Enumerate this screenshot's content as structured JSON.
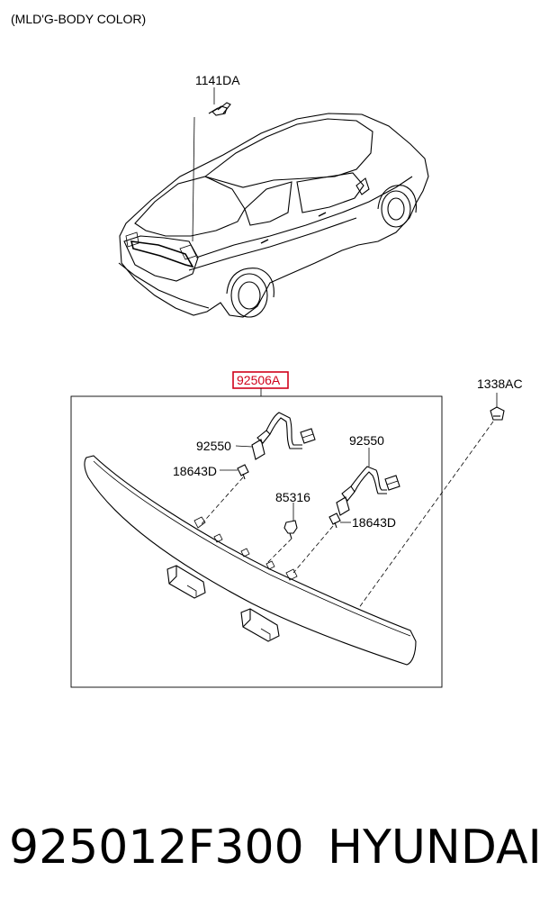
{
  "diagram": {
    "note": "(MLD'G-BODY COLOR)",
    "callouts": {
      "bolt": "1141DA",
      "assembly": "92506A",
      "clip": "1338AC",
      "socket_left": "92550",
      "bulb_left": "18643D",
      "socket_right": "92550",
      "center_bulb": "85316",
      "bulb_right": "18643D"
    },
    "highlight_color": "#d0021b"
  },
  "footer": {
    "part_number": "925012F300",
    "brand": "HYUNDAI"
  }
}
